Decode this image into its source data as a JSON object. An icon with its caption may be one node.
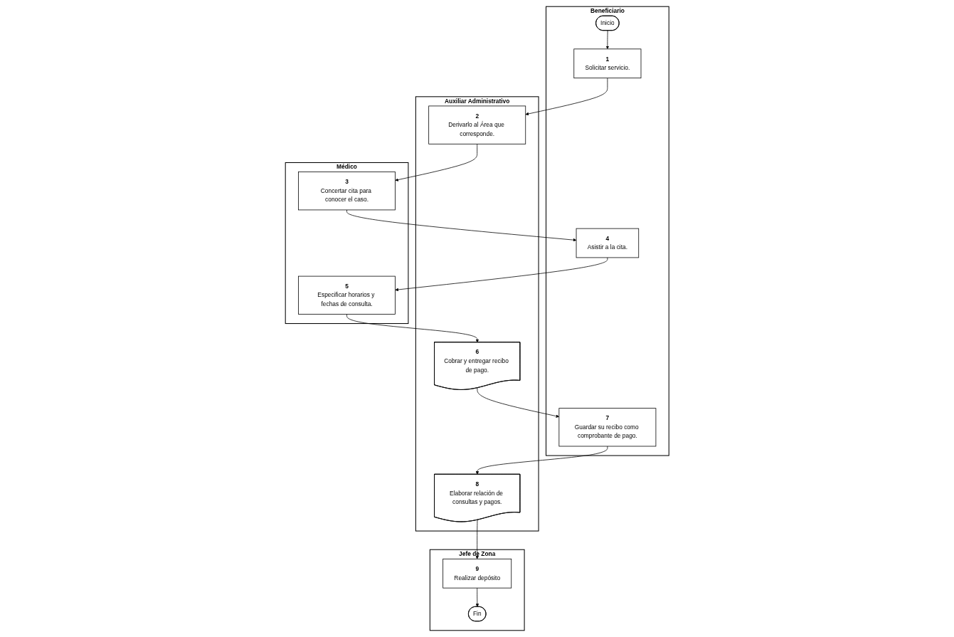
{
  "diagram": {
    "nodes": [
      {
        "text": [
          "Beneficiario"
        ]
      },
      {
        "text": [
          "Auxiliar Administrativo"
        ]
      },
      {
        "text": [
          "Médico"
        ]
      },
      {
        "text": [
          "Jefe de Zona"
        ]
      },
      {
        "text": [
          "Inicio"
        ],
        "in": 0
      },
      {
        "text": [
          "1",
          "Solicitar servicio."
        ],
        "in": 0
      },
      {
        "text": [
          "2",
          "Derivarlo al Área que corresponde."
        ],
        "in": 1
      },
      {
        "text": [
          "3",
          "Concertar cita para conocer el caso."
        ],
        "in": 2
      },
      {
        "text": [
          "4",
          "Asistir a la cita."
        ],
        "in": 0
      },
      {
        "text": [
          "5",
          "Especificar horarios y fechas de consulta."
        ],
        "in": 2
      },
      {
        "text": [
          "6",
          "Cobrar y entregar recibo de pago."
        ],
        "in": 1
      },
      {
        "text": [
          "7",
          "Guardar su recibo como comprobante de pago."
        ],
        "in": 0
      },
      {
        "text": [
          "8",
          "Elaborar relación de consultas y pagos."
        ],
        "in": 1
      },
      {
        "text": [
          "9",
          "Realizar depósito"
        ],
        "in": 3
      },
      {
        "text": [
          "Fin"
        ],
        "in": 3
      }
    ],
    "edges": [
      {
        "from": 4,
        "to": 5,
        "arrow": "to"
      },
      {
        "from": 5,
        "to": 6,
        "arrow": "to"
      },
      {
        "from": 6,
        "to": 7,
        "arrow": "to"
      },
      {
        "from": 7,
        "to": 8,
        "arrow": "to"
      },
      {
        "from": 8,
        "to": 9,
        "arrow": "to"
      },
      {
        "from": 9,
        "to": 10,
        "arrow": "to"
      },
      {
        "from": 10,
        "to": 11,
        "arrow": "to"
      },
      {
        "from": 11,
        "to": 12,
        "arrow": "to"
      },
      {
        "from": 12,
        "to": 13,
        "arrow": "to"
      },
      {
        "from": 13,
        "to": 14,
        "arrow": "to"
      }
    ]
  }
}
